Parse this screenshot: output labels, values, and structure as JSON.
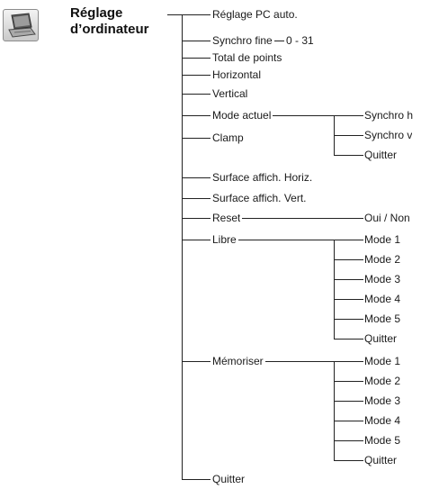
{
  "header": {
    "title_line1": "Réglage",
    "title_line2": "d’ordinateur",
    "icon": "laptop-icon"
  },
  "menu": {
    "items": [
      {
        "label": "Réglage PC auto."
      },
      {
        "label": "Synchro fine",
        "sub": [
          "0 - 31"
        ]
      },
      {
        "label": "Total de points"
      },
      {
        "label": "Horizontal"
      },
      {
        "label": "Vertical"
      },
      {
        "label": "Mode actuel",
        "sub": [
          "Synchro h",
          "Synchro v",
          "Quitter"
        ]
      },
      {
        "label": "Clamp"
      },
      {
        "label": "Surface affich. Horiz."
      },
      {
        "label": "Surface affich. Vert."
      },
      {
        "label": "Reset",
        "sub": [
          "Oui / Non"
        ]
      },
      {
        "label": "Libre",
        "sub": [
          "Mode 1",
          "Mode 2",
          "Mode 3",
          "Mode 4",
          "Mode 5",
          "Quitter"
        ]
      },
      {
        "label": "Mémoriser",
        "sub": [
          "Mode 1",
          "Mode 2",
          "Mode 3",
          "Mode 4",
          "Mode 5",
          "Quitter"
        ]
      },
      {
        "label": "Quitter"
      }
    ]
  }
}
